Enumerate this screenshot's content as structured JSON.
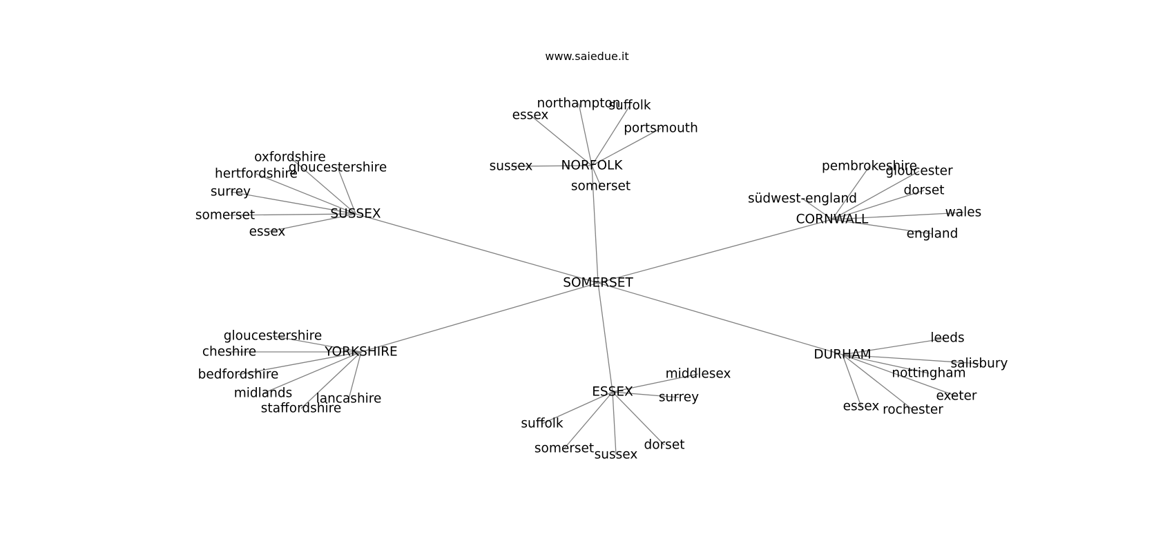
{
  "header": {
    "title": "www.saiedue.it"
  },
  "colors": {
    "edge": "#808080",
    "text": "#000000",
    "background": "#ffffff"
  },
  "graph": {
    "root": "SOMERSET",
    "hubs": [
      {
        "label": "NORFOLK",
        "leaves": [
          "northampton",
          "suffolk",
          "essex",
          "portsmouth",
          "sussex",
          "somerset"
        ]
      },
      {
        "label": "SUSSEX",
        "leaves": [
          "oxfordshire",
          "gloucestershire",
          "hertfordshire",
          "surrey",
          "somerset",
          "essex"
        ]
      },
      {
        "label": "CORNWALL",
        "leaves": [
          "pembrokeshire",
          "gloucester",
          "dorset",
          "südwest-england",
          "wales",
          "england"
        ]
      },
      {
        "label": "YORKSHIRE",
        "leaves": [
          "gloucestershire",
          "cheshire",
          "bedfordshire",
          "midlands",
          "lancashire",
          "staffordshire"
        ]
      },
      {
        "label": "ESSEX",
        "leaves": [
          "middlesex",
          "surrey",
          "suffolk",
          "somerset",
          "sussex",
          "dorset"
        ]
      },
      {
        "label": "DURHAM",
        "leaves": [
          "leeds",
          "salisbury",
          "nottingham",
          "exeter",
          "essex",
          "rochester"
        ]
      }
    ]
  }
}
